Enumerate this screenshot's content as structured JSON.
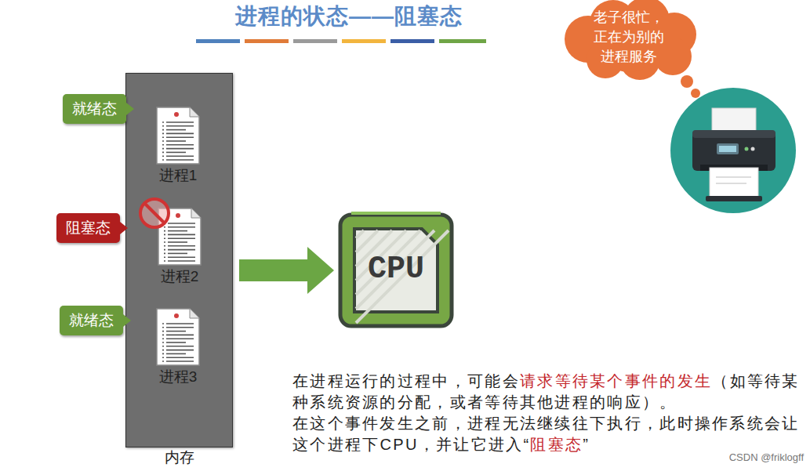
{
  "diagram": {
    "title": "进程的状态——阻塞态",
    "nodes": [
      {
        "text": [
          "内存"
        ]
      },
      {
        "text": [
          "就绪态"
        ]
      },
      {
        "text": [
          "进程1"
        ],
        "in": 0
      },
      {
        "text": [
          "阻塞态"
        ]
      },
      {
        "text": [
          "进程2"
        ],
        "in": 0
      },
      {
        "text": [
          "就绪态"
        ]
      },
      {
        "text": [
          "进程3"
        ],
        "in": 0
      },
      {
        "text": [
          "CPU"
        ]
      },
      {
        "text": [
          "老子很忙， 正在为别的 进程服务"
        ]
      }
    ],
    "edges": [
      {
        "from": 0,
        "to": 7,
        "arrow": "to"
      }
    ],
    "labels": [
      "在进程运行的过程中，可能会",
      "请求等待某个事件的发生",
      "（如等待某种系统资源的分配，或者等待其他进程的响应）。",
      "在这个事件发生之前，进程无法继续往下执行，此时操作系统会让这个进程下CPU，并让它进入“",
      "阻塞态",
      "”",
      "CSDN @friklogff"
    ]
  }
}
